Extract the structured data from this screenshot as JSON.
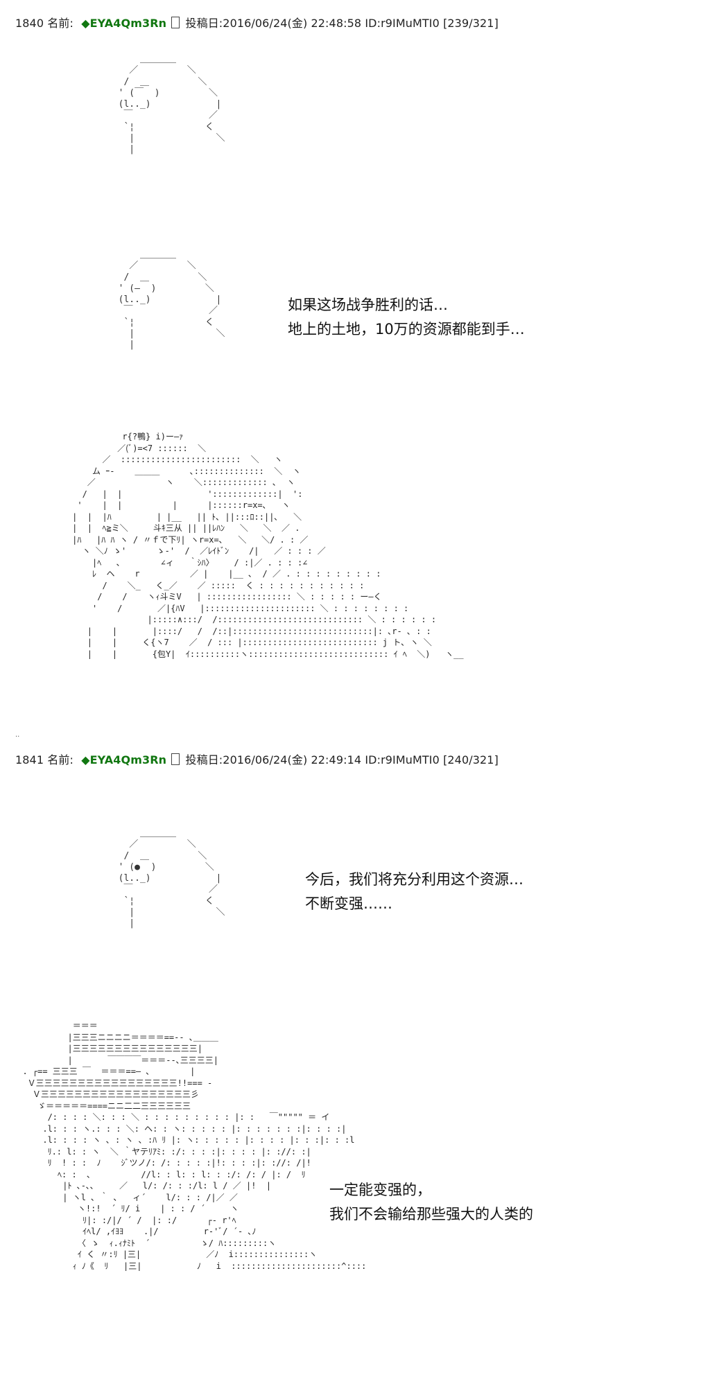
{
  "posts": [
    {
      "number": "1840",
      "name_label": "名前:",
      "trip": "◆EYA4Qm3Rn",
      "date_label": "投稿日:",
      "datetime": "2016/06/24(金) 22:48:58",
      "id": "ID:r9IMuMTI0",
      "count": "[239/321]",
      "dialogue_1": [
        "如果这场战争胜利的话…",
        "地上的土地，10万的资源都能到手…"
      ]
    },
    {
      "number": "1841",
      "name_label": "名前:",
      "trip": "◆EYA4Qm3Rn",
      "date_label": "投稿日:",
      "datetime": "2016/06/24(金) 22:49:14",
      "id": "ID:r9IMuMTI0",
      "count": "[240/321]",
      "dialogue_1": [
        "今后，我们将充分利用这个资源…",
        "不断变强……"
      ],
      "dialogue_2": [
        "一定能变强的，",
        "我们不会输给那些强大的人类的"
      ]
    }
  ],
  "separator": "..",
  "art": {
    "face_neutral": "      ＿＿＿＿\n    ／         ＼\n   /  ＿         ＼\n  ' (￣  )         ＼\n  (l.._)            |\n   ￣              ／\n   `¦             く\n    |               ＼\n    |",
    "face_neutral_2": "      ＿＿＿＿\n    ／         ＼\n   /  ＿         ＼\n  ' (―  )         ＼\n  (l.._)            |\n   ￣              ／\n   `¦             く\n    |               ＼\n    |",
    "face_eye": "      ＿＿＿＿\n    ／         ＼\n   /  ＿         ＼\n  ' (●  )         ＼\n  (l.._)            |\n   ￣              ／\n   `¦             く\n    |               ＼\n    |",
    "figure_1": "               r{?鴨} i)ー―ｧ\n              ／(ﾞ)=<7 ::::::  ＼\n           ／  ::::::::::::::::::::::::  ＼   ヽ\n         ム ｰ-    ＿＿＿      ､::::::::::::::  ＼  ヽ\n        ／              ヽ    ＼::::::::::::: ､  ヽ\n       /   |  |                 ':::::::::::::|  ':\n      '    |  |          |      |::::::r=x=､   ヽ\n     |  |  |ﾊ         | |__   || ﾄ､ ||:::ﾛ::||､   ＼\n     |  |  ﾍ≧ミ＼     斗ｷ三从 || ||ﾚﾊﾝ   ＼   ＼  ／ .\n     |ﾊ   |ﾊ ﾊ ヽ / 〃ｆで下ﾘ| ヽr=x=､   ＼   ＼/ . : ／\n       ヽ ＼ﾉ ゝ'      ゝ-'  /  ／ﾚｲﾄﾞﾝ    /|   ／ : : : ／\n         |ﾍ   ､        ∠ィ   ｀ｼﾊ〉    / :|／ . : : :∠\n         ﾚ  ヘ    r          ／ |    |__ ､  / ／ . : : : : : : : : :\n           /    ＼_   く_／    ／ :::::  く : : : : : : : : : : :\n          /    /    ヽｨ斗ミV   | ::::::::::::::::: ＼ : : : : : ー―く\n         '    /       ／|{ﾊV   |:::::::::::::::::::::: ＼ : : : : : : : :\n                    |:::::∧:::/  /::::::::::::::::::::::::::::: ＼ : : : : : :\n        |    |       |::::/   /  /::|::::::::::::::::::::::::::::|: ､r‐ ､ : :\n        |    |     く{ヽ7    ／  / ::: |::::::::::::::::::::::::::: j ト､ ヽ ＼\n        |    |       {包Y|  ｲ::::::::::ヽ:::::::::::::::::::::::::::: ｲ ﾍ  ＼)   ヽ__",
    "figure_2": "            ＝＝＝\n           |三三三ニニニニ＝＝＝＝==-- ､＿＿＿\n           |三三三三三三三三三三三三三三三|\n           |       ￣￣￣￣＝＝＝--､三三三三|\n  . ┌== 三三三 ￣  ＝＝＝==― ､        |\n   Ｖ三三三三三三三三三三三三三三三三三!!=== -\n    Ｖ三三三三三三三三三三三三三三三三三三彡\n     ゞ＝＝＝＝＝====ニニ二二三三三三三三\n       /: : : : ＼: : : ＼ : : : : : : : : : |: :   ￣\"\"\"\"\" ＝ イ\n      .l: : : ヽ.: : : ＼: ヘ: : ヽ: : : : : |: : : : : : :|: : : :|\n      .l: : : : ヽ ､ : ヽ ､ :ﾊ ﾘ |: ヽ: : : : : |: : : : |: : :|: : :l\n       ﾘ.: l: : ヽ  ＼ ｀ヤテﾘｱﾐ: :/: : : :|: : : : |: ://: :|\n       ﾘ  ! : :  ﾉ    ｼﾞツノ/: /: : : : :|!: : : :|: ://: /|!\n         ﾍ: :  ､          //l: : l: : l: : :/: /: / |: /  ﾘ\n          |ﾄ ､-､､     ／   l/: /: : :/l: l / ／ |!  |\n          | ヽl ､ ｀ ､   ィ´    l/: : : /|／ ／\n             ヽ!:!  ´ ﾘ/ i    | : : / ´     ヽ\n              ﾘ|: :/|/ ´ /  |: :/      ┌‐ r'ﾍ\n              ｲﾍl/ ,ｲﾖﾖ    .|/         r‐'ﾞ/ ´‐ ､ﾉ\n             〈 ゝ  ｨ.ｨﾅﾐﾄ  ´          ゝ/ ﾊ:::::::::ヽ\n             ｲ く 〃:ﾘ |三|             ／ﾉ  i:::::::::::::::ヽ\n            ｨ ﾉ《  ﾘ   |三|           ﾉ   i  ::::::::::::::::::::::^::::"
  }
}
